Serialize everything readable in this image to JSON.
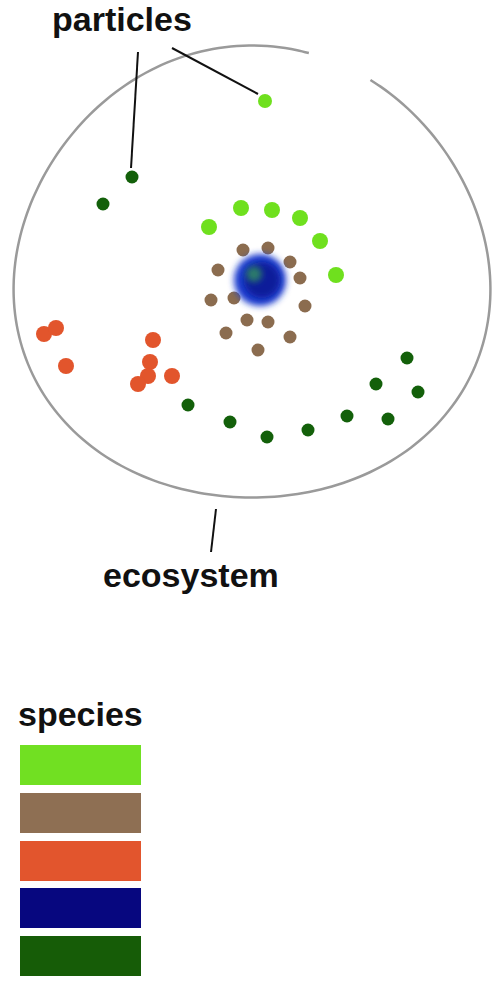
{
  "diagram": {
    "labels": [
      "particles",
      "ecosystem",
      "species"
    ],
    "legend": [
      {
        "color": "#71e022"
      },
      {
        "color": "#8e6f53"
      },
      {
        "color": "#e2552d"
      },
      {
        "color": "#07077f"
      },
      {
        "color": "#165c07"
      }
    ]
  }
}
